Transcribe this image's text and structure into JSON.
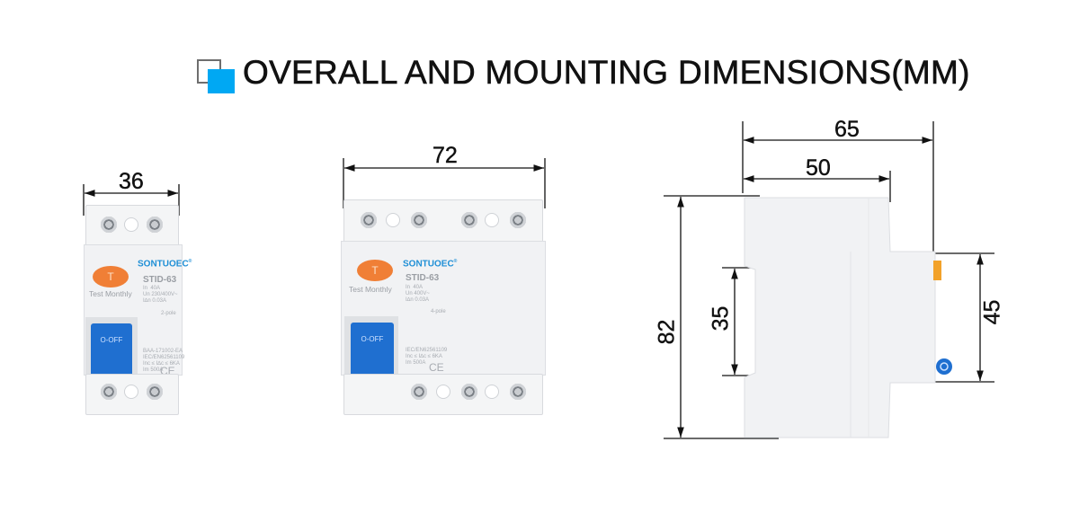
{
  "header": {
    "title": "OVERALL AND MOUNTING DIMENSIONS(MM)",
    "icon": "overlapping-squares-icon",
    "accent": "#00a8f3"
  },
  "devices": [
    {
      "brand": "SONTUOEC",
      "reg": "®",
      "model": "STID-63",
      "test_button": "T",
      "test_label": "Test Monthly",
      "lever_label": "O-OFF",
      "specs": "In  40A\nUn 230/400V~\nI∆n 0.03A",
      "poles": "2-pole",
      "standards": "BAA-171002-EA\nIEC/EN62561109\nInc ≤ I∆c ≤ 6KA\nIm 500A",
      "ce": "CE",
      "width_mm": "36"
    },
    {
      "brand": "SONTUOEC",
      "reg": "®",
      "model": "STID-63",
      "test_button": "T",
      "test_label": "Test Monthly",
      "lever_label": "O-OFF",
      "specs": "In  40A\nUn 400V~\nI∆n 0.03A",
      "poles": "4-pole",
      "standards": "IEC/EN62561109\nInc ≤ I∆c ≤ 6KA\nIm 500A",
      "ce": "CE",
      "width_mm": "72"
    }
  ],
  "side_view": {
    "depth_total": "65",
    "depth_body": "50",
    "height": "82",
    "rail_height": "35",
    "front_height": "45"
  }
}
